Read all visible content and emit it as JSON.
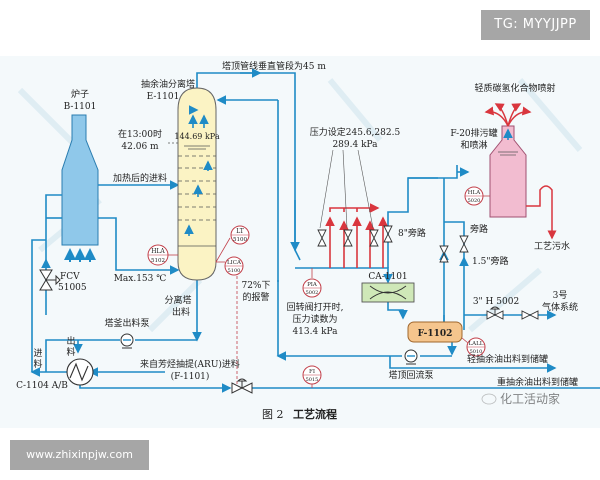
{
  "watermarks": {
    "top_right": "TG: MYYJJPP",
    "bottom_left": "www.zhixinpjw.com",
    "wechat": "化工活动家"
  },
  "caption": {
    "figure_number": "图 2",
    "title": "工艺流程"
  },
  "colors": {
    "pipe": "#1f8bc6",
    "relief": "#d9363e",
    "column": "#fbf3c4",
    "furnace": "#8fc8ea",
    "drum": "#f5c58d",
    "knockout": "#f2bcd0",
    "condenser": "#cfe8b8",
    "instrument": "#c2404a"
  },
  "furnace": {
    "name": "炉子",
    "id": "B-1101",
    "heated_feed": "加热后的进料",
    "max_temp": "Max.153 ℃"
  },
  "column": {
    "name": "抽余油分离塔",
    "id": "E-1101",
    "top_pressure": "144.69 kPa",
    "level_time": "在13:00时",
    "level_value": "42.06 m",
    "bottoms_line1": "分离塔",
    "bottoms_line2": "出料"
  },
  "overhead_line": "塔顶管线垂直管段为45 m",
  "valve_fcv": {
    "name": "FCV",
    "id": "51005"
  },
  "instruments": [
    {
      "tag": "HLA",
      "num": "5102"
    },
    {
      "tag": "LT",
      "num": "5100"
    },
    {
      "tag": "LICA",
      "num": "5100"
    },
    {
      "tag": "PIA",
      "num": "5002"
    },
    {
      "tag": "LALL",
      "num": "5010"
    },
    {
      "tag": "FI",
      "num": "5015"
    },
    {
      "tag": "HLA",
      "num": "5020"
    }
  ],
  "alarm_note_line1": "72%下",
  "alarm_note_line2": "的报警",
  "pressure_setting_line1": "压力设定245.6,282.5",
  "pressure_setting_line2": "289.4 kPa",
  "bypass_8": "8\"旁路",
  "bypass": "旁路",
  "bypass_15": "1.5\"旁路",
  "valve_h5002": "3\" H 5002",
  "gas_system_line1": "3号",
  "gas_system_line2": "气体系统",
  "condenser_id": "CA-1101",
  "drum_id": "F-1102",
  "rotary_note_line1": "回转阀打开时,",
  "rotary_note_line2": "压力读数为",
  "rotary_note_line3": "413.4 kPa",
  "reflux_pump": "塔顶回流泵",
  "light_raffinate": "轻抽余油出料到储罐",
  "heavy_raffinate": "重抽余油出料到储罐",
  "knockout": {
    "line1": "F-20排污罐",
    "line2": "和喷淋",
    "spray": "轻质碳氢化合物喷射",
    "wastewater": "工艺污水"
  },
  "bottoms_pump": "塔釜出料泵",
  "exchanger": {
    "id": "C-1104 A/B",
    "in_char1": "进",
    "in_char2": "料",
    "out_char1": "出",
    "out_char2": "料"
  },
  "aru_feed_line1": "来自芳烃抽提(ARU)进料",
  "aru_feed_line2": "(F-1101)"
}
